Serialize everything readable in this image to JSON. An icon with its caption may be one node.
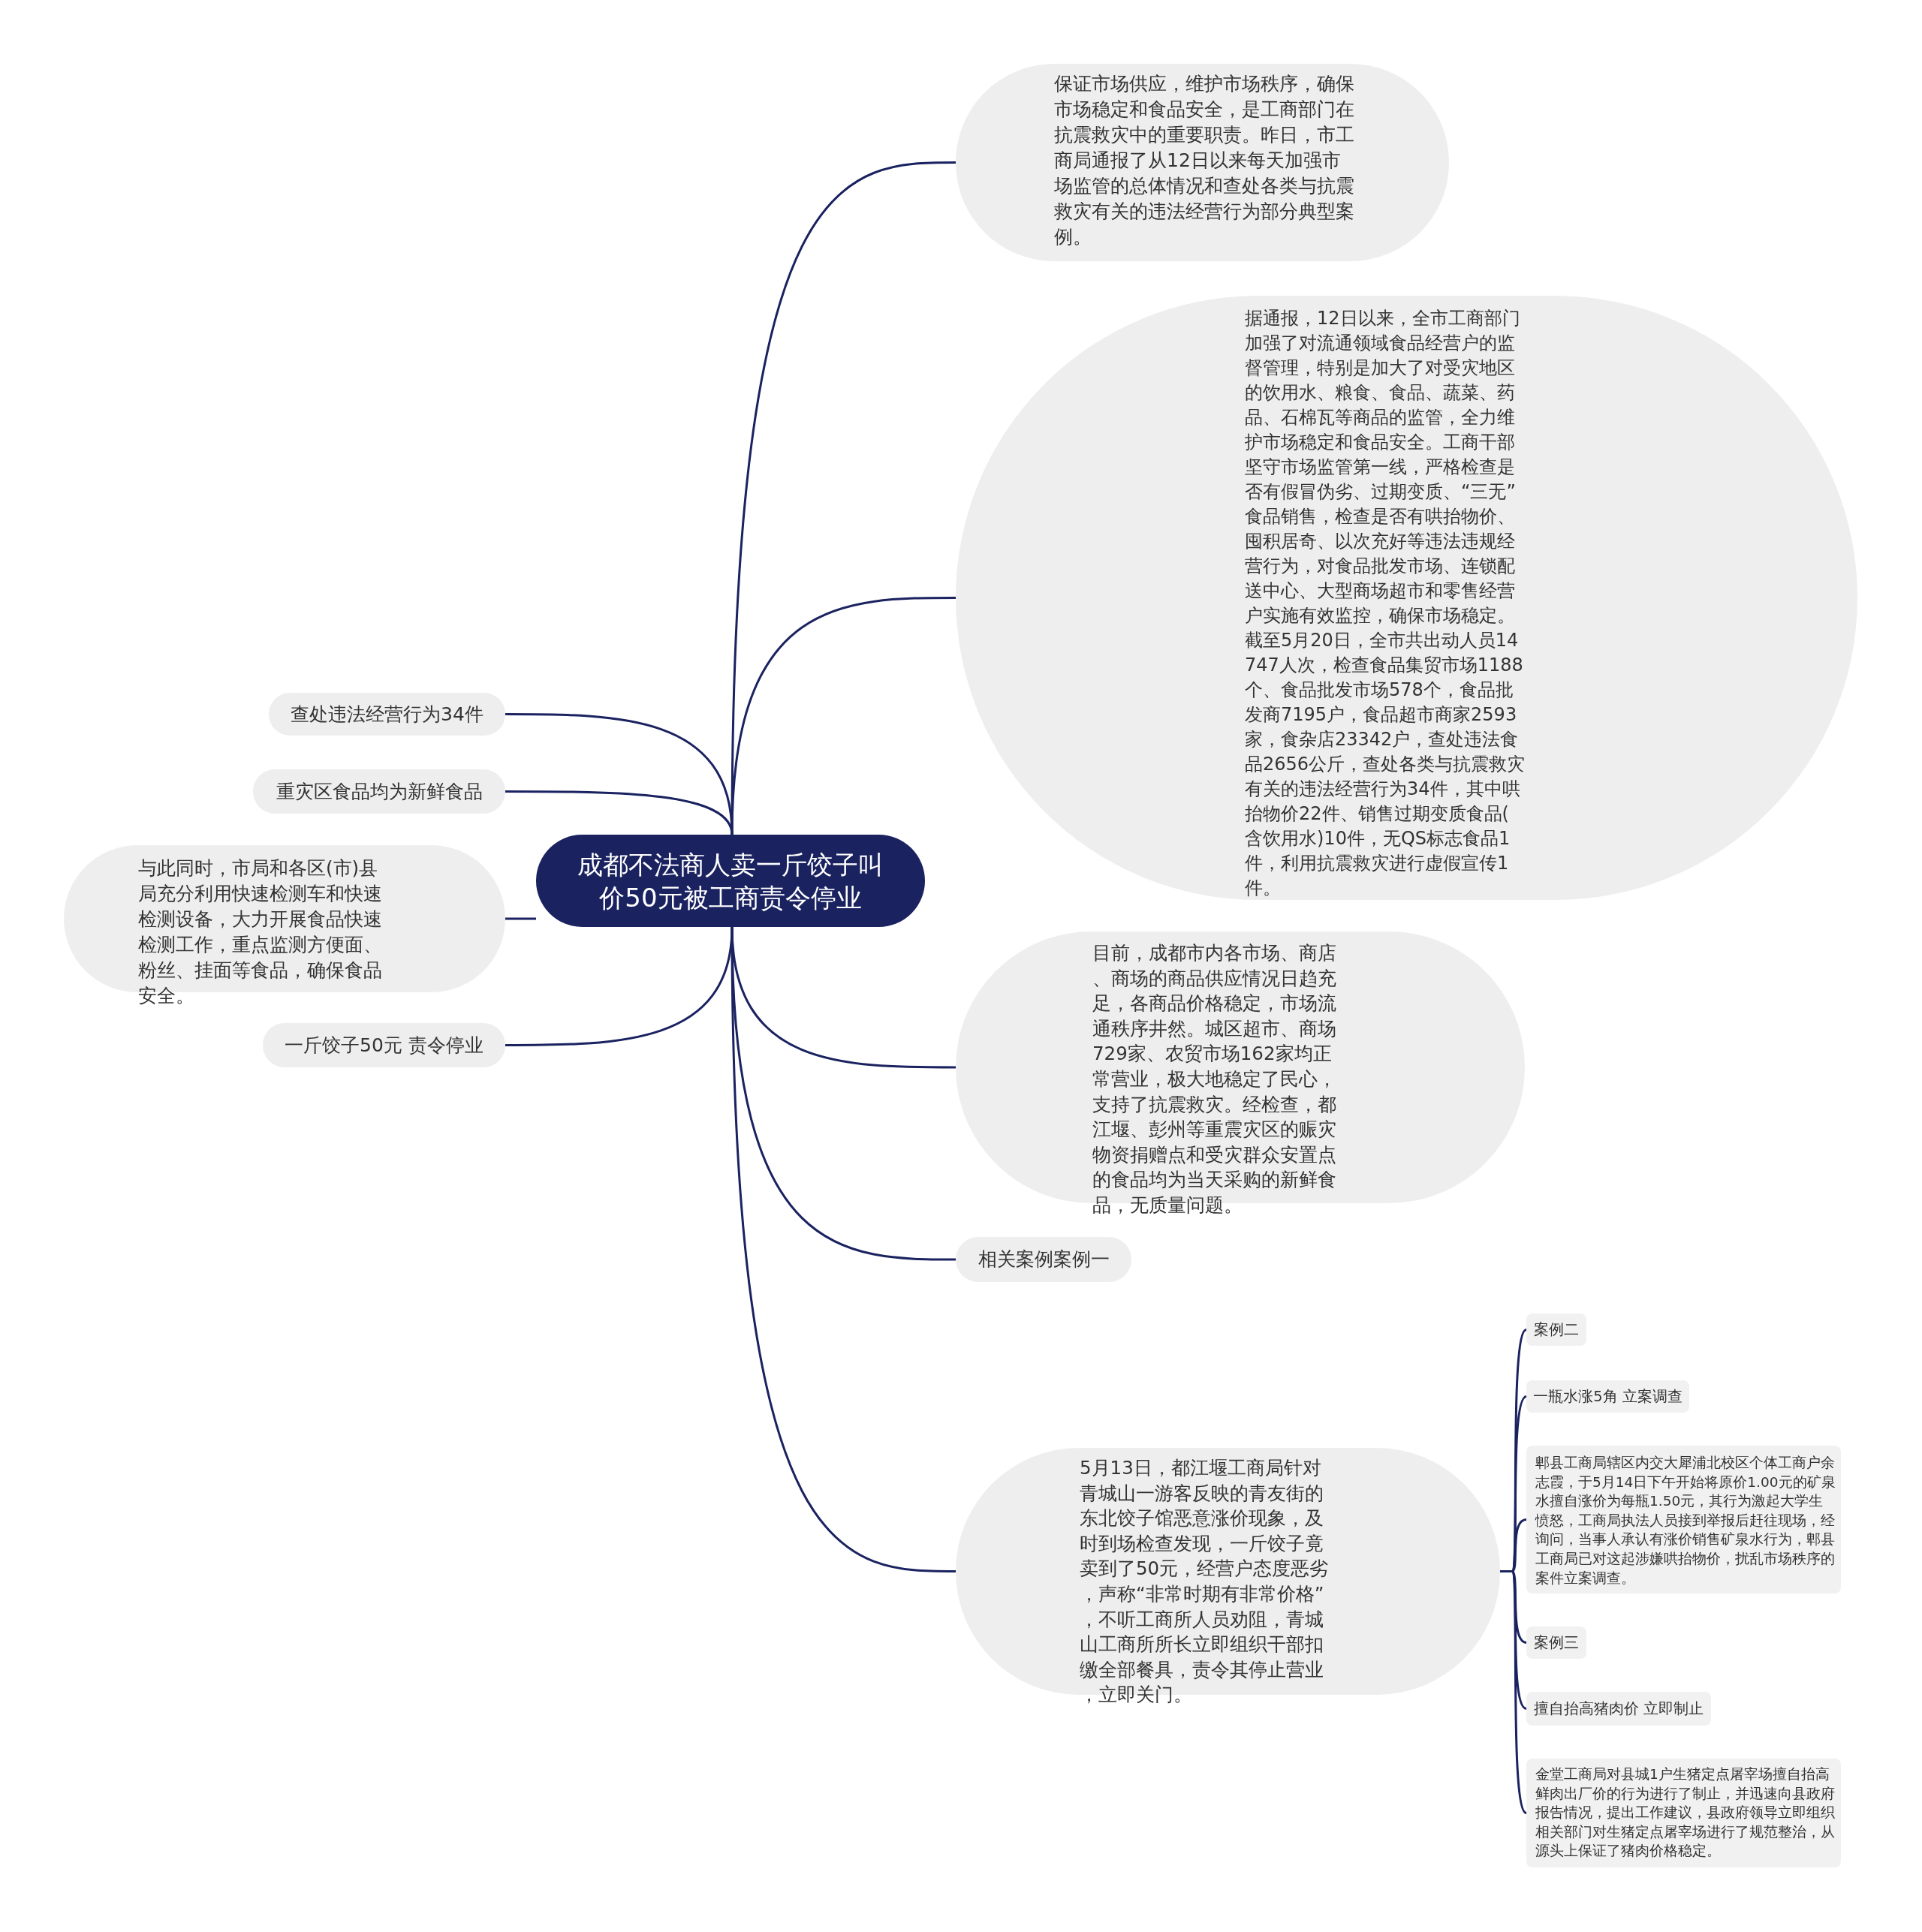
{
  "diagram": {
    "nodes": [
      {
        "text": [
          "成都不法商人卖一斤饺子叫价50元被工商责令停业"
        ]
      },
      {
        "text": [
          "保证市场供应，维护市场秩序，确保市场稳定和食品安全，是工商部门在抗震救灾中的重要职责。昨日，市工商局通报了从12日以来每天加强市场监管的总体情况和查处各类与抗震救灾有关的违法经营行为部分典型案例。"
        ]
      },
      {
        "text": [
          "据通报，12日以来，全市工商部门加强了对流通领域食品经营户的监督管理，特别是加大了对受灾地区的饮用水、粮食、食品、蔬菜、药品、石棉瓦等商品的监管，全力维护市场稳定和食品安全。工商干部坚守市场监管第一线，严格检查是否有假冒伪劣、过期变质、“三无”食品销售，检查是否有哄抬物价、囤积居奇、以次充好等违法违规经营行为，对食品批发市场、连锁配送中心、大型商场超市和零售经营户实施有效监控，确保市场稳定。截至5月20日，全市共出动人员14747人次，检查食品集贸市场1188个、食品批发市场578个，食品批发商7195户，食品超市商家2593家，食杂店23342户，查处违法食品2656公斤，查处各类与抗震救灾有关的违法经营行为34件，其中哄抬物价22件、销售过期变质食品(含饮用水)10件，无QS标志食品1件，利用抗震救灾进行虚假宣传1件。"
        ]
      },
      {
        "text": [
          "查处违法经营行为34件"
        ]
      },
      {
        "text": [
          "重灾区食品均为新鲜食品"
        ]
      },
      {
        "text": [
          "与此同时，市局和各区(市)县局充分利用快速检测车和快速检测设备，大力开展食品快速检测工作，重点监测方便面、粉丝、挂面等食品，确保食品安全。"
        ]
      },
      {
        "text": [
          "一斤饺子50元 责令停业"
        ]
      },
      {
        "text": [
          "目前，成都市内各市场、商店、商场的商品供应情况日趋充足，各商品价格稳定，市场流通秩序井然。城区超市、商场729家、农贸市场162家均正常营业，极大地稳定了民心，支持了抗震救灾。经检查，都江堰、彭州等重震灾区的赈灾物资捐赠点和受灾群众安置点的食品均为当天采购的新鲜食品，无质量问题。"
        ]
      },
      {
        "text": [
          "相关案例案例一"
        ]
      },
      {
        "text": [
          "5月13日，都江堰工商局针对青城山一游客反映的青友街的东北饺子馆恶意涨价现象，及时到场检查发现，一斤饺子竟卖到了50元，经营户态度恶劣，声称“非常时期有非常价格”，不听工商所人员劝阻，青城山工商所所长立即组织干部扣缴全部餐具，责令其停止营业，立即关门。"
        ]
      },
      {
        "text": [
          "案例二"
        ]
      },
      {
        "text": [
          "一瓶水涨5角 立案调查"
        ]
      },
      {
        "text": [
          "郫县工商局辖区内交大犀浦北校区个体工商户余志霞，于5月14日下午开始将原价1.00元的矿泉水擅自涨价为每瓶1.50元，其行为激起大学生愤怒，工商局执法人员接到举报后赶往现场，经询问，当事人承认有涨价销售矿泉水行为，郫县工商局已对这起涉嫌哄抬物价，扰乱市场秩序的案件立案调查。"
        ]
      },
      {
        "text": [
          "案例三"
        ]
      },
      {
        "text": [
          "擅自抬高猪肉价 立即制止"
        ]
      },
      {
        "text": [
          "金堂工商局对县城1户生猪定点屠宰场擅自抬高鲜肉出厂价的行为进行了制止，并迅速向县政府报告情况，提出工作建议，县政府领导立即组织相关部门对生猪定点屠宰场进行了规范整治，从源头上保证了猪肉价格稳定。"
        ]
      }
    ],
    "edges": [
      {
        "from": 0,
        "to": 1,
        "arrow": "none"
      },
      {
        "from": 0,
        "to": 2,
        "arrow": "none"
      },
      {
        "from": 0,
        "to": 3,
        "arrow": "none"
      },
      {
        "from": 0,
        "to": 4,
        "arrow": "none"
      },
      {
        "from": 0,
        "to": 5,
        "arrow": "none"
      },
      {
        "from": 0,
        "to": 6,
        "arrow": "none"
      },
      {
        "from": 0,
        "to": 7,
        "arrow": "none"
      },
      {
        "from": 0,
        "to": 8,
        "arrow": "none"
      },
      {
        "from": 0,
        "to": 9,
        "arrow": "none"
      },
      {
        "from": 9,
        "to": 10,
        "arrow": "none"
      },
      {
        "from": 9,
        "to": 11,
        "arrow": "none"
      },
      {
        "from": 9,
        "to": 12,
        "arrow": "none"
      },
      {
        "from": 9,
        "to": 13,
        "arrow": "none"
      },
      {
        "from": 9,
        "to": 14,
        "arrow": "none"
      },
      {
        "from": 9,
        "to": 15,
        "arrow": "none"
      }
    ]
  }
}
